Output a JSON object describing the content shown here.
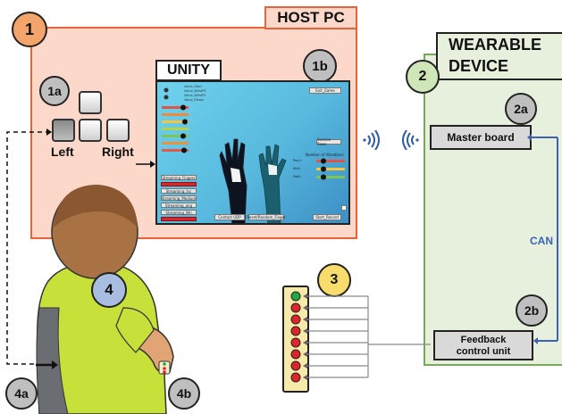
{
  "host_pc": {
    "number": "1",
    "title": "HOST PC"
  },
  "keyboard": {
    "number": "1a",
    "left_label": "Left",
    "right_label": "Right"
  },
  "unity": {
    "number": "1b",
    "title": "UNITY",
    "ui_top_right": "Exit_Game",
    "ui_left_buttons": [
      "Streaming_Fingers",
      "Streaming_Inc",
      "Streaming_Medium",
      "Streaming_ang",
      "Streaming_Wri"
    ],
    "ui_bottom": [
      "Contact UDP",
      "Reset/Random_Finger",
      "Start_Record"
    ],
    "ui_right_title": "Number of Vibrations",
    "ui_right_labels": [
      "Pinc1",
      "Mid1",
      "Dist1"
    ],
    "ui_right_button": "Session Rows",
    "ui_top_labels": [
      "Value_Start",
      "Value_WristPS",
      "Value_WristFE",
      "Value_Elbow"
    ]
  },
  "wearable": {
    "number": "2",
    "title_line1": "WEARABLE",
    "title_line2": "DEVICE",
    "master": {
      "number": "2a",
      "label": "Master board"
    },
    "feedback": {
      "number": "2b",
      "label_line1": "Feedback",
      "label_line2": "control unit"
    },
    "bus_label": "CAN"
  },
  "led_strip": {
    "number": "3",
    "led_colors": [
      "#1fa84a",
      "#e0242b",
      "#e0242b",
      "#e0242b",
      "#e0242b",
      "#e0242b",
      "#e0242b",
      "#e0242b"
    ]
  },
  "user": {
    "number": "4"
  },
  "cues": {
    "left_number": "4a",
    "right_number": "4b"
  },
  "colors": {
    "host_fill": "#fbd8c9",
    "host_border": "#e8623a",
    "host_label_bg": "#fbd8c9",
    "wearable_fill": "#e6f0dc",
    "wearable_border": "#7aa85a",
    "circle_orange": "#f3a46a",
    "circle_green": "#cfe6b8",
    "circle_grey": "#bfbfbf",
    "circle_blue": "#a9bde0",
    "circle_yellow": "#f9dd6c",
    "can_line": "#3b62b5",
    "strip_fill": "#f7e9a9"
  }
}
